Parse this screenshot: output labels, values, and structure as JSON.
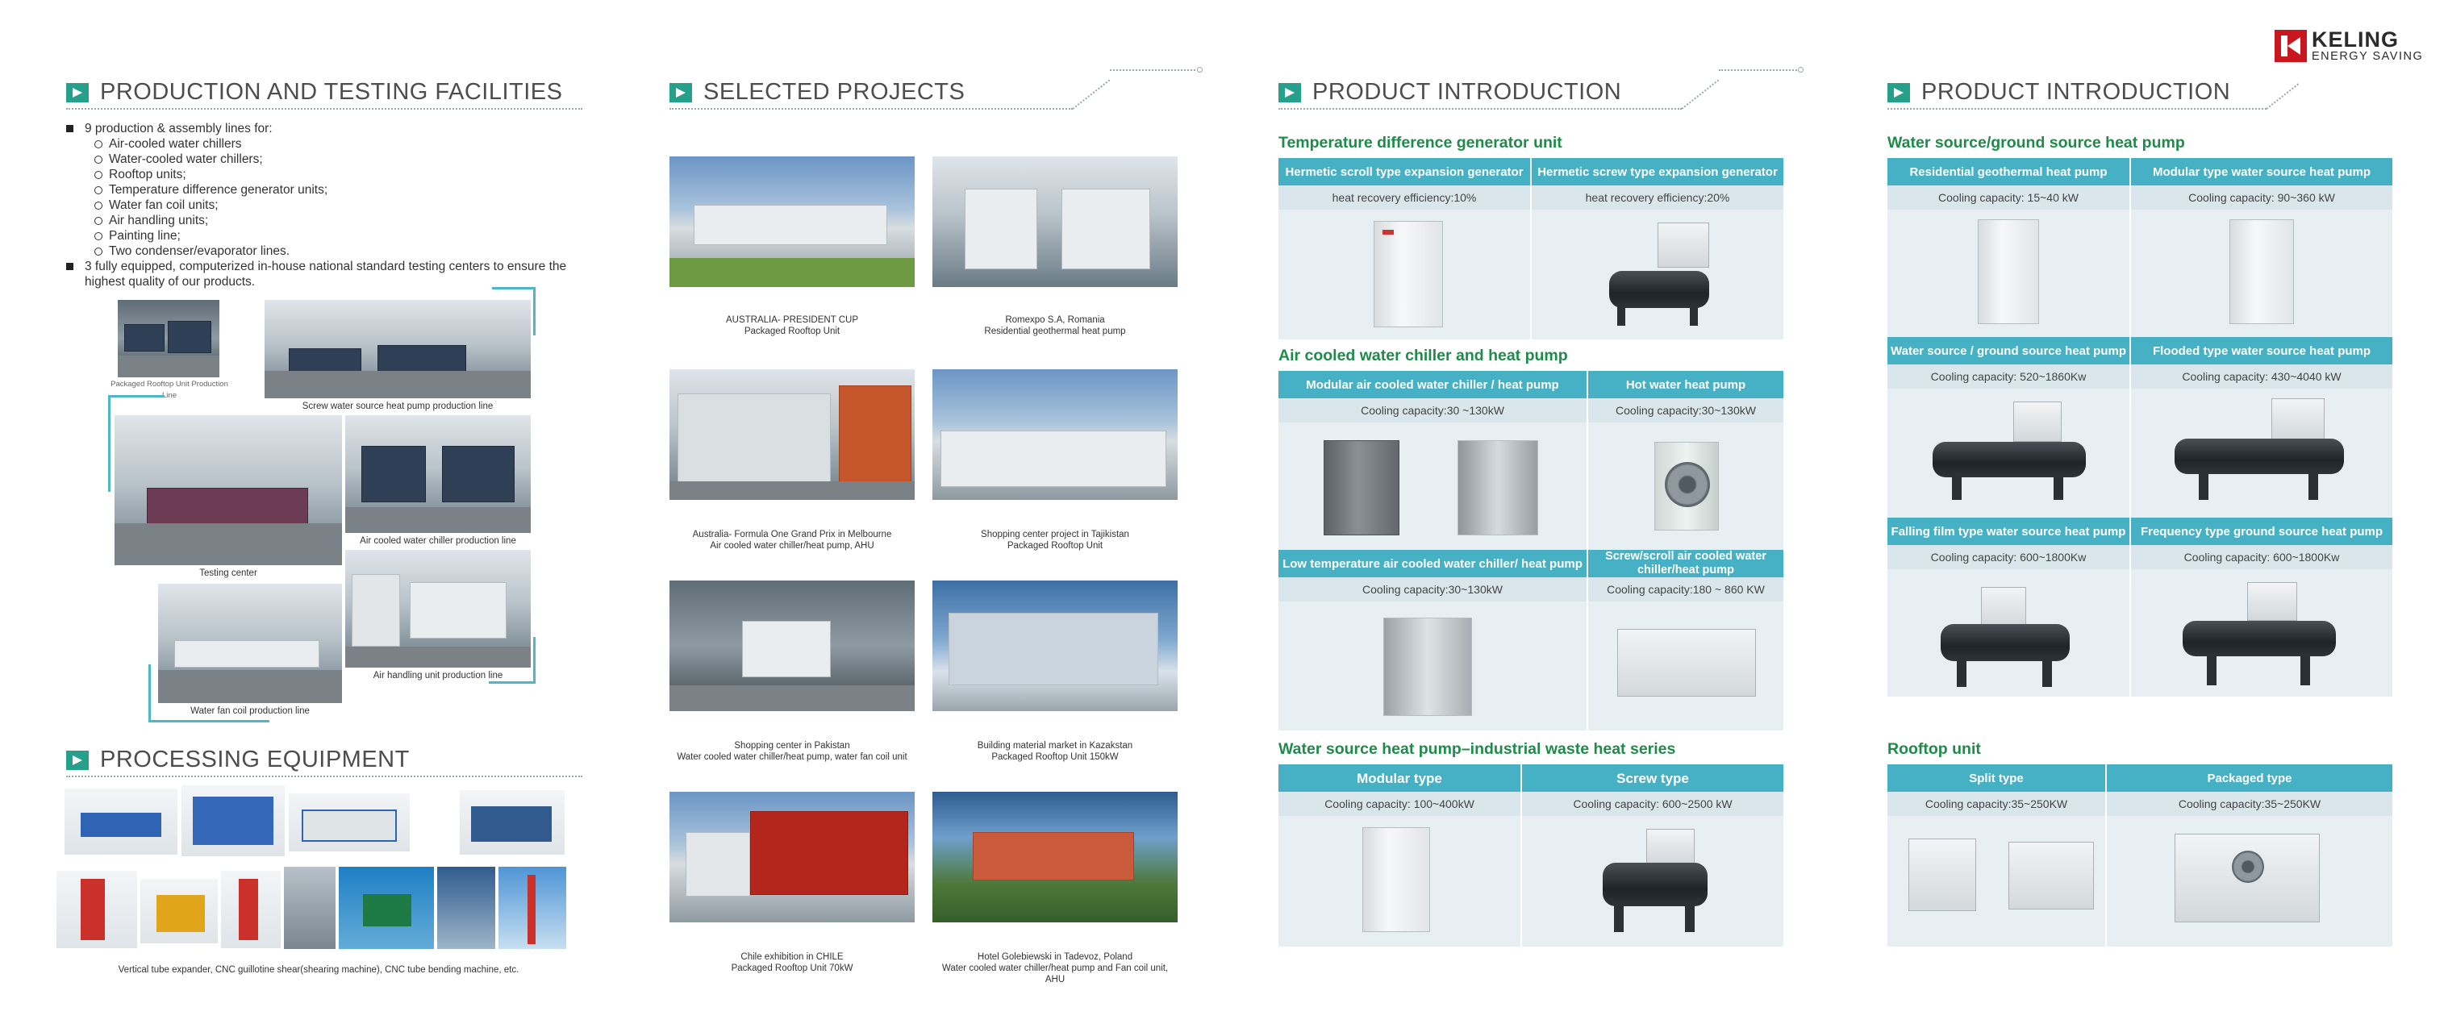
{
  "brand": {
    "name": "KELING",
    "tagline": "ENERGY SAVING",
    "color": "#c8171e"
  },
  "colors": {
    "accent_green": "#26a08a",
    "title_green": "#1f8b4a",
    "table_header": "#46b0c4",
    "table_row": "#d9e6ec",
    "table_bg": "#e7eff3"
  },
  "panel1": {
    "title": "PRODUCTION AND TESTING FACILITIES",
    "bullet1": "9 production & assembly lines for:",
    "lines": [
      "Air-cooled water chillers",
      "Water-cooled water chillers;",
      "Rooftop units;",
      "Temperature difference generator units;",
      "Water fan coil units;",
      "Air handling units;",
      "Painting line;",
      "Two condenser/evaporator lines."
    ],
    "bullet2": "3 fully equipped, computerized in-house national standard testing centers to ensure the highest quality of our products.",
    "photo_captions": {
      "rooftop": "Packaged Rooftop Unit Production Line",
      "screw": "Screw water source heat pump production line",
      "testing": "Testing center",
      "aircooled": "Air cooled water chiller production line",
      "fancoil": "Water fan coil production line",
      "ahu": "Air handling unit production line"
    },
    "processing_title": "PROCESSING EQUIPMENT",
    "processing_caption": "Vertical tube expander, CNC guillotine shear(shearing machine), CNC tube bending machine, etc."
  },
  "panel2": {
    "title": "SELECTED PROJECTS",
    "projects": [
      {
        "line1": "AUSTRALIA- PRESIDENT CUP",
        "line2": "Packaged Rooftop Unit"
      },
      {
        "line1": "Romexpo S.A, Romania",
        "line2": "Residential geothermal heat pump"
      },
      {
        "line1": "Australia- Formula One Grand Prix in Melbourne",
        "line2": "Air cooled water chiller/heat pump, AHU"
      },
      {
        "line1": "Shopping center project in Tajikistan",
        "line2": "Packaged Rooftop Unit"
      },
      {
        "line1": "Shopping center in Pakistan",
        "line2": "Water cooled water chiller/heat pump,  water fan coil unit"
      },
      {
        "line1": "Building material market in Kazakstan",
        "line2": "Packaged Rooftop Unit 150kW"
      },
      {
        "line1": "Chile exhibition in CHILE",
        "line2": "Packaged Rooftop Unit 70kW"
      },
      {
        "line1": "Hotel Golebiewski  in Tadevoz, Poland",
        "line2": "Water cooled water chiller/heat pump and Fan coil unit, AHU"
      }
    ]
  },
  "panel3": {
    "title": "PRODUCT INTRODUCTION",
    "s1": {
      "title": "Temperature  difference  generator  unit",
      "h1": "Hermetic scroll type expansion generator",
      "h2": "Hermetic screw type expansion generator",
      "c1": "heat recovery efficiency:10%",
      "c2": "heat recovery efficiency:20%"
    },
    "s2": {
      "title": "Air cooled water chiller and heat pump",
      "h1": "Modular air cooled water chiller / heat pump",
      "h2": "Hot water heat pump",
      "c1": "Cooling capacity:30 ~130kW",
      "c2": "Cooling capacity:30~130kW",
      "h3": "Low temperature air cooled water chiller/ heat pump",
      "h4": "Screw/scroll air cooled water chiller/heat pump",
      "c3": "Cooling capacity:30~130kW",
      "c4": "Cooling capacity:180 ~ 860 KW"
    },
    "s3": {
      "title": "Water source heat pump–industrial waste heat series",
      "h1": "Modular type",
      "h2": "Screw type",
      "c1": "Cooling capacity: 100~400kW",
      "c2": "Cooling capacity: 600~2500 kW"
    }
  },
  "panel4": {
    "title": "PRODUCT INTRODUCTION",
    "s1": {
      "title": "Water source/ground source heat pump",
      "h1": "Residential geothermal heat pump",
      "h2": "Modular type water source heat pump",
      "c1": "Cooling capacity: 15~40 kW",
      "c2": "Cooling capacity: 90~360 kW",
      "h3": "Water source / ground source heat pump",
      "h4": "Flooded type water source heat pump",
      "c3": "Cooling capacity: 520~1860Kw",
      "c4": "Cooling capacity: 430~4040 kW",
      "h5": "Falling film type water source heat pump",
      "h6": "Frequency type ground source heat pump",
      "c5": "Cooling capacity: 600~1800Kw",
      "c6": "Cooling capacity: 600~1800Kw"
    },
    "s2": {
      "title": "Rooftop unit",
      "h1": "Split type",
      "h2": "Packaged type",
      "c1": "Cooling capacity:35~250KW",
      "c2": "Cooling capacity:35~250KW"
    }
  }
}
